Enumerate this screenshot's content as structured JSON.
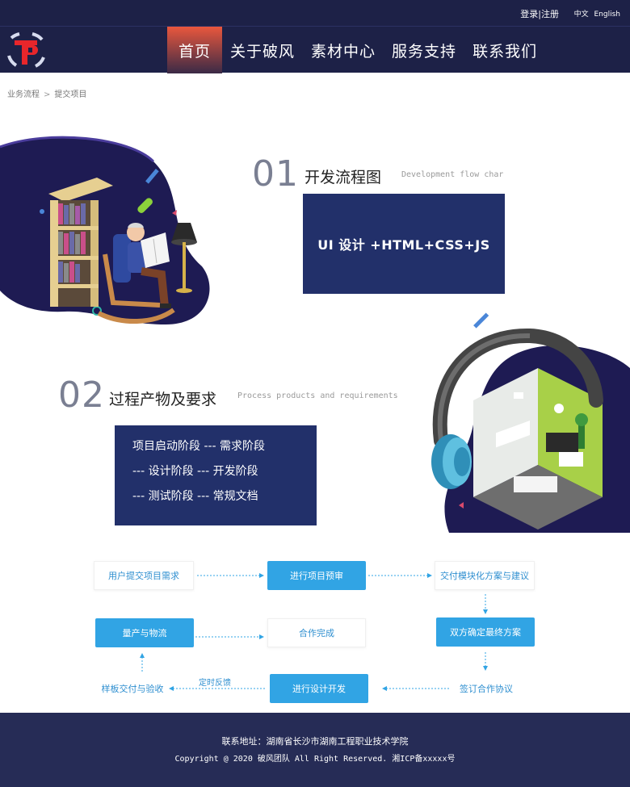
{
  "topbar": {
    "login": "登录",
    "divider": "|",
    "register": "注册",
    "lang_zh": "中文",
    "lang_en": "English"
  },
  "nav": {
    "items": [
      {
        "label": "首页"
      },
      {
        "label": "关于破风"
      },
      {
        "label": "素材中心"
      },
      {
        "label": "服务支持"
      },
      {
        "label": "联系我们"
      }
    ]
  },
  "breadcrumb": {
    "parent": "业务流程",
    "separator": ">",
    "current": "提交项目"
  },
  "section1": {
    "number": "01",
    "title": "开发流程图",
    "title_en": "Development flow char",
    "box_text": "UI 设计 +HTML+CSS+JS"
  },
  "section2": {
    "number": "02",
    "title": "过程产物及要求",
    "title_en": "Process products and requirements",
    "lines": [
      "项目启动阶段 --- 需求阶段",
      "--- 设计阶段 --- 开发阶段",
      "--- 测试阶段 --- 常规文档"
    ]
  },
  "flow": {
    "n1": "用户提交项目需求",
    "n2": "进行项目预审",
    "n3": "交付模块化方案与建议",
    "n4": "双方确定最终方案",
    "n5": "签订合作协议",
    "n6": "进行设计开发",
    "n7": "样板交付与验收",
    "n8": "量产与物流",
    "n9": "合作完成",
    "feedback": "定时反馈"
  },
  "footer": {
    "address": "联系地址：湖南省长沙市湖南工程职业技术学院",
    "copyright": "Copyright @ 2020 破风团队 All Right Reserved. 湘ICP备xxxxx号"
  },
  "colors": {
    "header_bg": "#1d2147",
    "nav_active": "#e9573d",
    "box_bg": "#22306a",
    "flow_blue": "#31a4e4",
    "footer_bg": "#262c56"
  }
}
